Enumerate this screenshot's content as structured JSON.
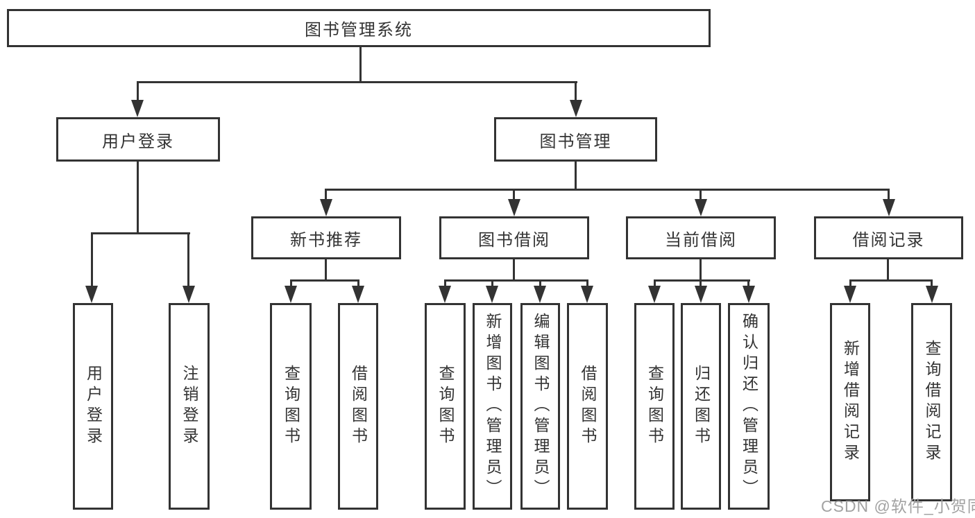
{
  "diagram": {
    "root": {
      "label": "图书管理系统"
    },
    "branches": [
      {
        "id": "user-login",
        "label": "用户登录",
        "children": [
          "用户登录",
          "注销登录"
        ]
      },
      {
        "id": "book-mgmt",
        "label": "图书管理",
        "sections": [
          {
            "label": "新书推荐",
            "children": [
              "查询图书",
              "借阅图书"
            ]
          },
          {
            "label": "图书借阅",
            "children": [
              "查询图书",
              "新增图书（管理员）",
              "编辑图书（管理员）",
              "借阅图书"
            ]
          },
          {
            "label": "当前借阅",
            "children": [
              "查询图书",
              "归还图书",
              "确认归还（管理员）"
            ]
          },
          {
            "label": "借阅记录",
            "children": [
              "新增借阅记录",
              "查询借阅记录"
            ]
          }
        ]
      }
    ]
  },
  "watermark": {
    "text": "CSDN @软件_小贺同学"
  },
  "colors": {
    "line": "#333333",
    "box_background": "#ffffff",
    "text": "#333333",
    "watermark": "#a2a2a2"
  }
}
